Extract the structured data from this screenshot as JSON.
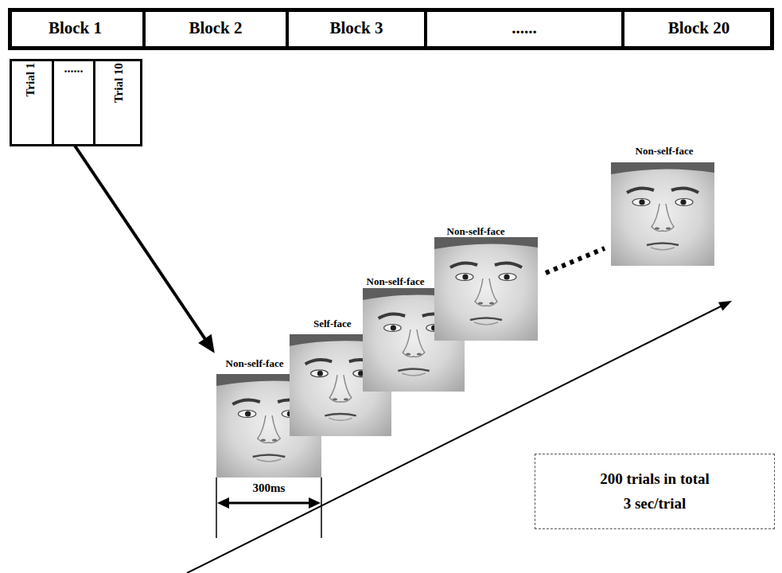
{
  "diagram": {
    "nodes": [
      {
        "text": [
          "Block 1"
        ]
      },
      {
        "text": [
          "Block 2"
        ]
      },
      {
        "text": [
          "Block 3"
        ]
      },
      {
        "text": [
          "......"
        ]
      },
      {
        "text": [
          "Block 20"
        ]
      },
      {
        "text": [
          "Trial 1"
        ]
      },
      {
        "text": [
          "......"
        ]
      },
      {
        "text": [
          "Trial 10"
        ]
      },
      {
        "text": [
          "Non-self-face"
        ]
      },
      {
        "text": [
          "Self-face"
        ]
      },
      {
        "text": [
          "Non-self-face"
        ]
      },
      {
        "text": [
          "Non-self-face"
        ]
      },
      {
        "text": [
          "Non-self-face"
        ]
      },
      {
        "text": [
          "200 trials in total",
          "3 sec/trial"
        ]
      }
    ],
    "edges": [
      {
        "from": 6,
        "to": 8,
        "arrow": "to"
      }
    ],
    "labels": [
      "300ms"
    ]
  }
}
